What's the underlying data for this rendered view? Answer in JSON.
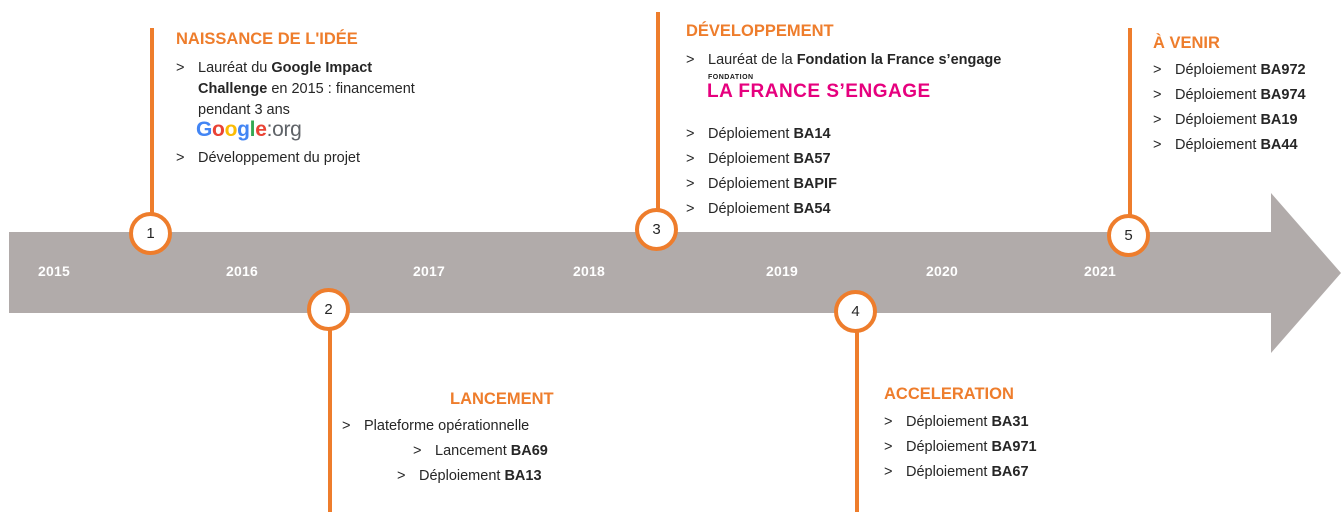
{
  "colors": {
    "accent": "#ee7d2c",
    "arrow": "#b1abaa",
    "text": "#262626"
  },
  "years": [
    "2015",
    "2016",
    "2017",
    "2018",
    "2019",
    "2020",
    "2021"
  ],
  "milestones": [
    {
      "number": "1",
      "title": "NAISSANCE DE L'IDÉE",
      "items": [
        {
          "prefix": "Lauréat du ",
          "bold": "Google Impact",
          "suffix": ""
        },
        {
          "prefix": "",
          "bold": "Challenge",
          "suffix": " en 2015 : financement"
        },
        {
          "prefix": "pendant 3 ans",
          "bold": "",
          "suffix": ""
        },
        {
          "prefix": "Développement du projet",
          "bold": "",
          "suffix": ""
        }
      ],
      "logo": {
        "google": [
          "G",
          "o",
          "o",
          "g",
          "l",
          "e"
        ],
        "org": ":org"
      }
    },
    {
      "number": "2",
      "title": "LANCEMENT",
      "items": [
        {
          "prefix": "Plateforme opérationnelle",
          "bold": ""
        },
        {
          "prefix": "Lancement ",
          "bold": "BA69"
        },
        {
          "prefix": "Déploiement ",
          "bold": "BA13"
        }
      ]
    },
    {
      "number": "3",
      "title": "DÉVELOPPEMENT",
      "items": [
        {
          "prefix": "Lauréat de la ",
          "bold": "Fondation la France s’engage"
        },
        {
          "prefix": "Déploiement ",
          "bold": "BA14"
        },
        {
          "prefix": "Déploiement ",
          "bold": "BA57"
        },
        {
          "prefix": "Déploiement ",
          "bold": "BAPIF"
        },
        {
          "prefix": "Déploiement ",
          "bold": "BA54"
        }
      ],
      "logo": {
        "small": "FONDATION",
        "big": "LA FRANCE S’ENGAGE"
      }
    },
    {
      "number": "4",
      "title": "ACCELERATION",
      "items": [
        {
          "prefix": "Déploiement ",
          "bold": "BA31"
        },
        {
          "prefix": "Déploiement ",
          "bold": "BA971"
        },
        {
          "prefix": "Déploiement ",
          "bold": "BA67"
        }
      ]
    },
    {
      "number": "5",
      "title": "À VENIR",
      "items": [
        {
          "prefix": "Déploiement ",
          "bold": "BA972"
        },
        {
          "prefix": "Déploiement ",
          "bold": "BA974"
        },
        {
          "prefix": "Déploiement ",
          "bold": "BA19"
        },
        {
          "prefix": "Déploiement ",
          "bold": "BA44"
        }
      ]
    }
  ],
  "bullet": ">"
}
